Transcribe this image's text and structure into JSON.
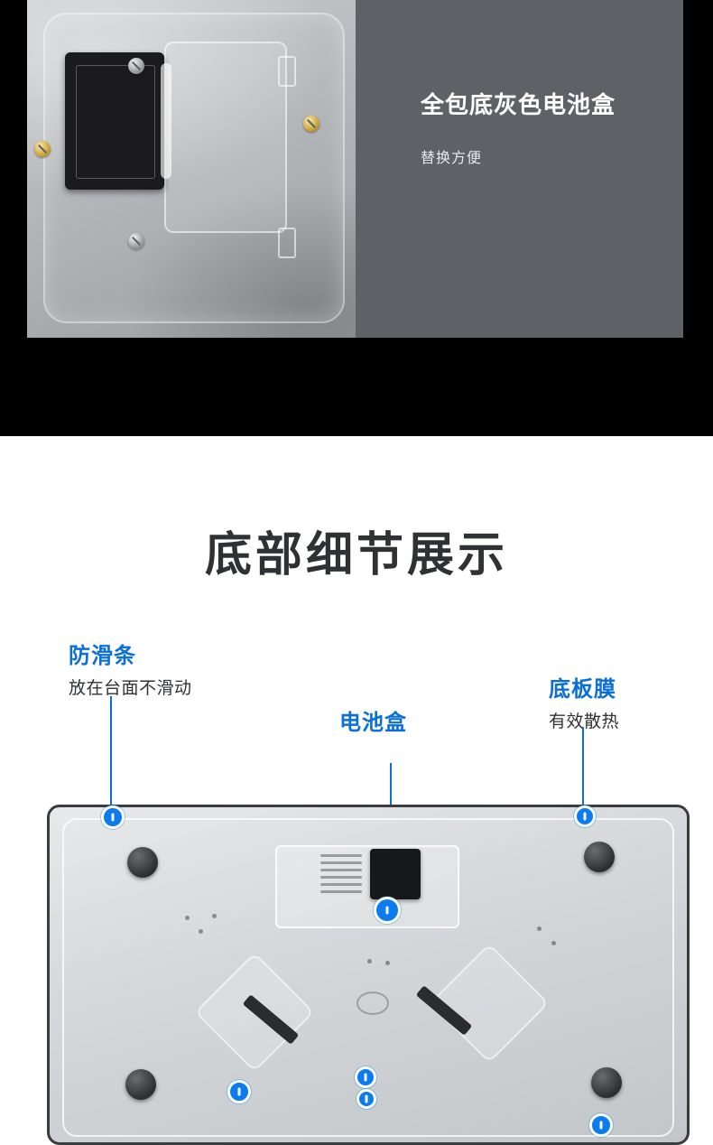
{
  "hero": {
    "title": "全包底灰色电池盒",
    "subtitle": "替换方便"
  },
  "section": {
    "title": "底部细节展示"
  },
  "callouts": [
    {
      "title": "防滑条",
      "desc": "放在台面不滑动"
    },
    {
      "title": "电池盒",
      "desc": ""
    },
    {
      "title": "底板膜",
      "desc": "有效散热"
    }
  ],
  "colors": {
    "accent": "#0a6fd6",
    "dot": "#0a7cf0",
    "dark_band": "#000000",
    "hero_text_bg": "#5e6266",
    "title_text": "#2f3134"
  }
}
